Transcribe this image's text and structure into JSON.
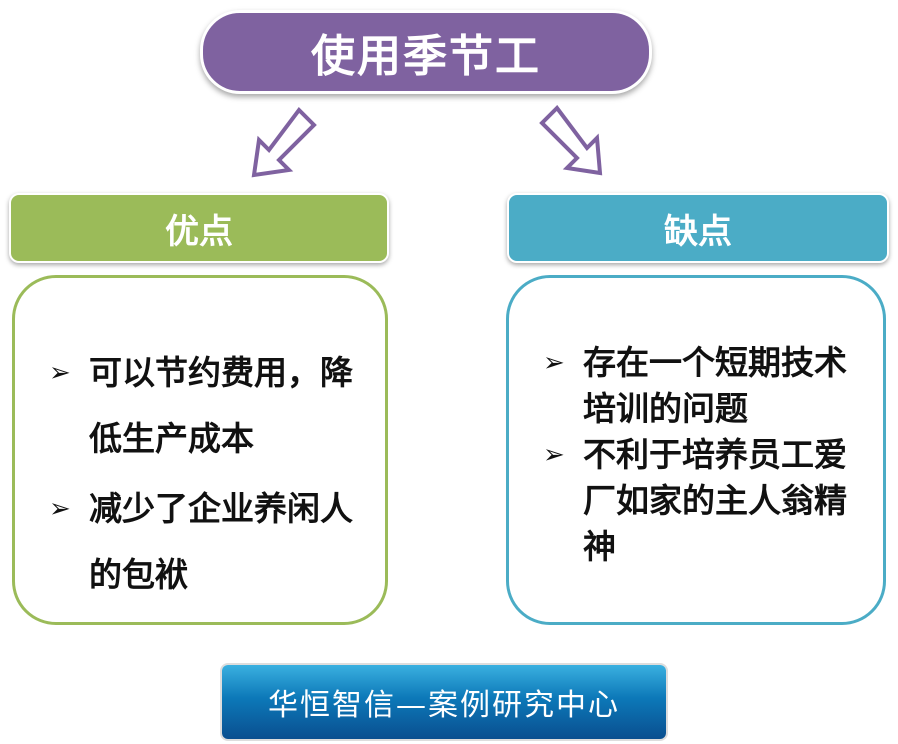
{
  "title": "使用季节工",
  "pros": {
    "header": "优点",
    "items": [
      "可以节约费用，降低生产成本",
      "减少了企业养闲人的包袱"
    ],
    "color": "#9bbb59"
  },
  "cons": {
    "header": "缺点",
    "items": [
      "存在一个短期技术培训的问题",
      "不利于培养员工爱厂如家的主人翁精神"
    ],
    "color": "#4bacc6"
  },
  "bullet": "➢",
  "footer": "华恒智信—案例研究中心"
}
